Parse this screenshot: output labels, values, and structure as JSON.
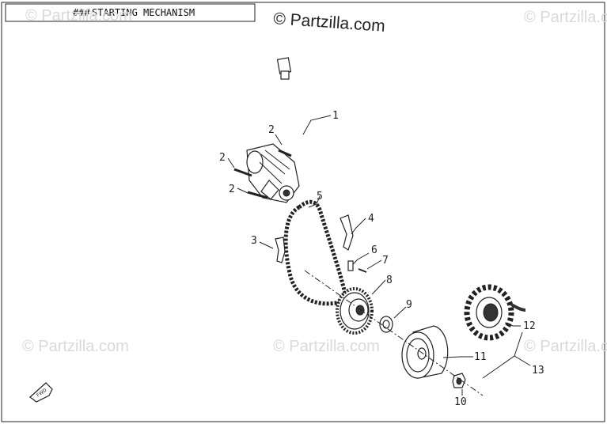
{
  "title": {
    "prefix": "###",
    "label": "STARTING MECHANISM"
  },
  "watermark": {
    "main": "© Partzilla.com",
    "repeat": "© Partzilla.com"
  },
  "callouts": [
    {
      "id": "c1",
      "text": "1"
    },
    {
      "id": "c2a",
      "text": "2"
    },
    {
      "id": "c2b",
      "text": "2"
    },
    {
      "id": "c2c",
      "text": "2"
    },
    {
      "id": "c3",
      "text": "3"
    },
    {
      "id": "c4",
      "text": "4"
    },
    {
      "id": "c5",
      "text": "5"
    },
    {
      "id": "c6",
      "text": "6"
    },
    {
      "id": "c7",
      "text": "7"
    },
    {
      "id": "c8",
      "text": "8"
    },
    {
      "id": "c9",
      "text": "9"
    },
    {
      "id": "c10",
      "text": "10"
    },
    {
      "id": "c11",
      "text": "11"
    },
    {
      "id": "c12",
      "text": "12"
    },
    {
      "id": "c13",
      "text": "13"
    }
  ],
  "front_arrow": {
    "label": "FWD"
  }
}
